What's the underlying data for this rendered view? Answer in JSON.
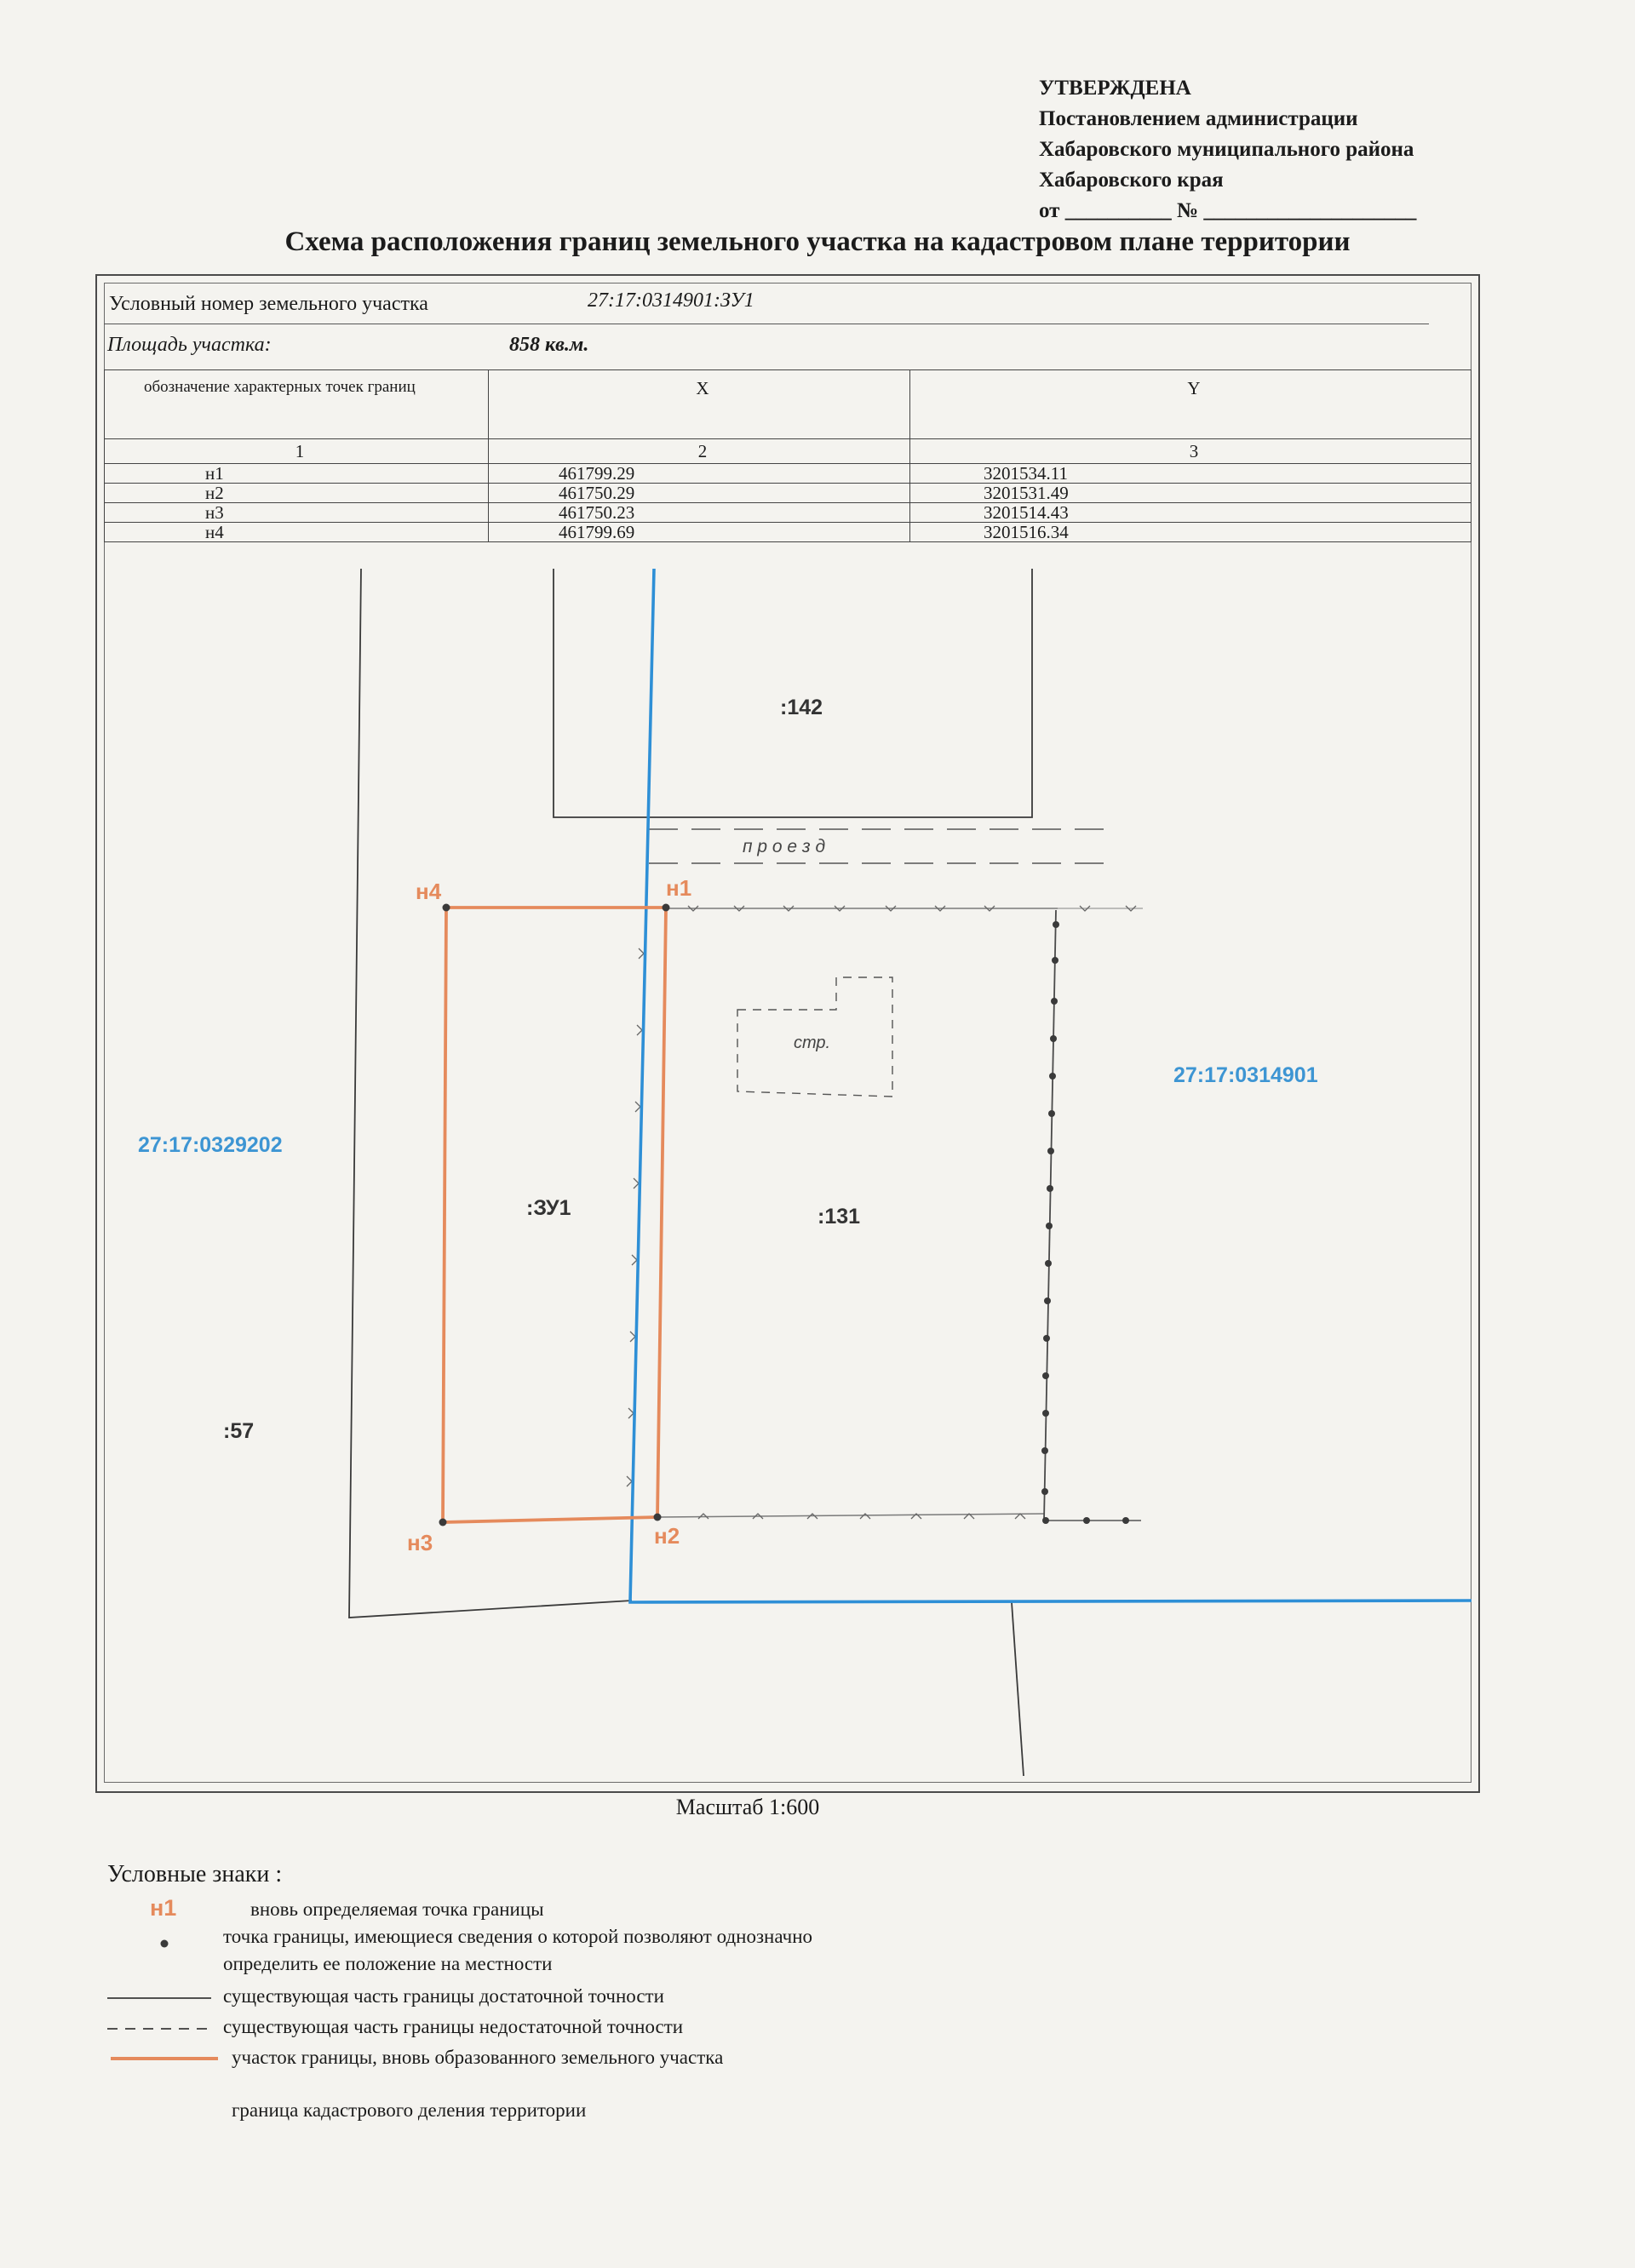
{
  "approval": {
    "line1": "УТВЕРЖДЕНА",
    "line2": "Постановлением администрации",
    "line3": "Хабаровского муниципального района",
    "line4": "Хабаровского края",
    "from_label": "от",
    "from_blank": "__________",
    "number_label": "№",
    "number_blank": "____________________"
  },
  "title": "Схема расположения границ земельного участка на кадастровом плане территории",
  "parcel": {
    "number_label": "Условный номер земельного участка",
    "number_value": "27:17:0314901:ЗУ1",
    "area_label": "Площадь участка:",
    "area_value": "858",
    "area_unit": "кв.м."
  },
  "coords_table": {
    "head_point": "обозначение характерных точек границ",
    "head_x": "X",
    "head_y": "Y",
    "col_numbers": [
      "1",
      "2",
      "3"
    ],
    "rows": [
      {
        "point": "н1",
        "x": "461799.29",
        "y": "3201534.11"
      },
      {
        "point": "н2",
        "x": "461750.29",
        "y": "3201531.49"
      },
      {
        "point": "н3",
        "x": "461750.23",
        "y": "3201514.43"
      },
      {
        "point": "н4",
        "x": "461799.69",
        "y": "3201516.34"
      }
    ]
  },
  "map": {
    "labels": {
      "parcel_142": ":142",
      "passage": "п р о е з д",
      "structure": "стр.",
      "parcel_131": ":131",
      "zu1": ":ЗУ1",
      "parcel_57": ":57",
      "quarter_west": "27:17:0329202",
      "quarter_east": "27:17:0314901",
      "point_n1": "н1",
      "point_n2": "н2",
      "point_n3": "н3",
      "point_n4": "н4"
    },
    "colors": {
      "new_boundary": "#e58a5c",
      "cadastral_division": "#2e8fd6",
      "existing": "#3a3a3a",
      "quarter_label": "#3d95d3"
    }
  },
  "scale": "Масштаб 1:600",
  "legend": {
    "title": "Условные знаки :",
    "new_point_marker": "н1",
    "new_point": "вновь определяемая точка границы",
    "known_point_line1": "точка границы, имеющиеся сведения о которой позволяют однозначно",
    "known_point_line2": "определить ее положение на местности",
    "solid_line": "существующая часть границы достаточной точности",
    "dashed_line": "существующая часть границы недостаточной точности",
    "orange_line": "участок границы, вновь образованного земельного участка",
    "blue_line": "граница кадастрового деления территории"
  }
}
